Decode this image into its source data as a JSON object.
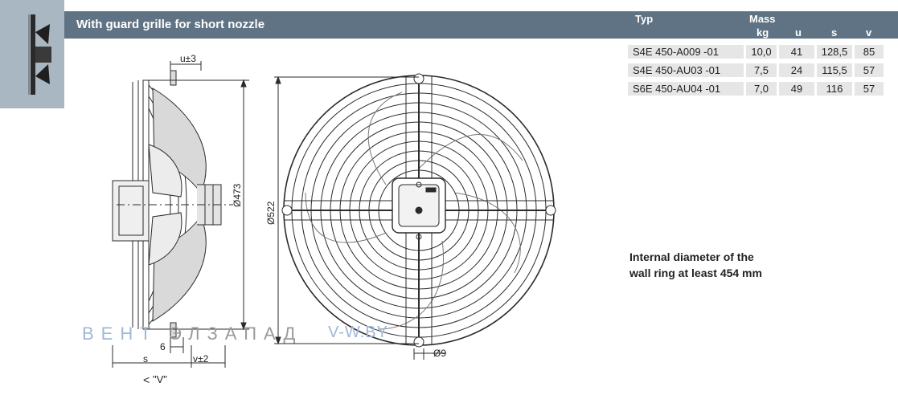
{
  "header": {
    "title": "With guard grille for short nozzle"
  },
  "table": {
    "col_typ": "Typ",
    "col_mass": "Mass",
    "col_kg": "kg",
    "col_u": "u",
    "col_s": "s",
    "col_v": "v",
    "rows": [
      {
        "typ": "S4E  450-A009  -01",
        "kg": "10,0",
        "u": "41",
        "s": "128,5",
        "v": "85"
      },
      {
        "typ": "S4E  450-AU03  -01",
        "kg": "7,5",
        "u": "24",
        "s": "115,5",
        "v": "57"
      },
      {
        "typ": "S6E  450-AU04  -01",
        "kg": "7,0",
        "u": "49",
        "s": "116",
        "v": "57"
      }
    ]
  },
  "note": {
    "line1": "Internal diameter of the",
    "line2": "wall ring at least 454 mm"
  },
  "watermark": {
    "part1": "ВЕНТ",
    "part2": "ЭЛЗАПАД",
    "part3": "V-W.BY"
  },
  "drawing": {
    "dim_u": "u±3",
    "dim_473": "Ø473",
    "dim_522": "Ø522",
    "dim_6": "6",
    "dim_s": "s",
    "dim_v": "v±2",
    "dim_9": "Ø9",
    "view_label": "\"V\"",
    "view_arrow": "<"
  },
  "colors": {
    "band": "#5f7384",
    "cell": "#e6e6e6",
    "thumb": "#a9b7c2",
    "watermark_blue": "#9fb8d8",
    "watermark_gray": "#9a9a9a"
  }
}
